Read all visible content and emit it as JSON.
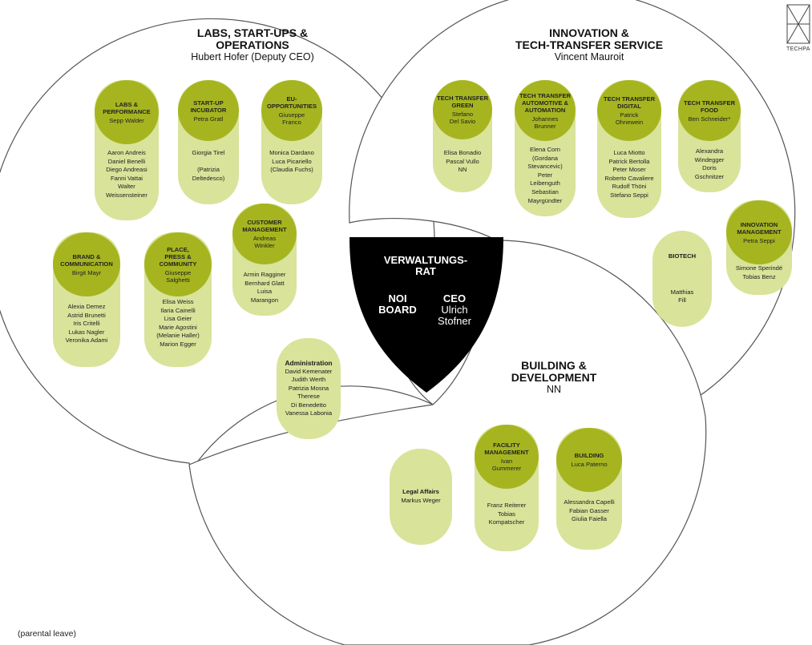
{
  "logo": {
    "text": "TECHPA"
  },
  "footnote": "(parental leave)",
  "center": {
    "title": "VERWALTUNGS-\nRAT",
    "board": "NOI\nBOARD",
    "ceo_title": "CEO",
    "ceo_name": "Ulrich\nStofner"
  },
  "sections": {
    "labs": {
      "title": "LABS, START-UPS &\nOPERATIONS",
      "head": "Hubert Hofer (Deputy CEO)"
    },
    "innovation": {
      "title": "INNOVATION &\nTECH-TRANSFER SERVICE",
      "head": "Vincent Mauroit"
    },
    "building": {
      "title": "BUILDING &\nDEVELOPMENT",
      "head": "NN"
    }
  },
  "units": [
    {
      "id": "labs-performance",
      "title": "LABS &\nPERFORMANCE",
      "head": "Sepp Walder",
      "members": "Aaron Andreis\nDaniel Benelli\nDiego Andreasi\nFanni Vattai\nWalter\nWeissensteiner"
    },
    {
      "id": "startup-incubator",
      "title": "START-UP\nINCUBATOR",
      "head": "Petra Gratl",
      "members": "Giorgia Tirel\n\n(Patrizia\nDeltedesco)"
    },
    {
      "id": "eu-opportunities",
      "title": "EU-\nOPPORTUNITIES",
      "head": "Giuseppe\nFranco",
      "members": "Monica Dardano\nLuca Picariello\n(Claudia Fuchs)"
    },
    {
      "id": "customer-management",
      "title": "CUSTOMER\nMANAGEMENT",
      "head": "Andreas\nWinkler",
      "members": "Armin Ragginer\nBernhard Glatt\nLuisa\nMarangon"
    },
    {
      "id": "brand-communication",
      "title": "BRAND &\nCOMMUNICATION",
      "head": "Birgit Mayr",
      "members": "Alexia Demez\nAstrid Brunetti\nIris Critelli\nLukas Nagler\nVeronika Adami"
    },
    {
      "id": "place-press-community",
      "title": "PLACE,\nPRESS &\nCOMMUNITY",
      "head": "Giuseppe\nSalghetti",
      "members": "Elisa Weiss\nIlaria Cainelli\nLisa Geier\nMarie Agostini\n(Melanie Haller)\nMarion Egger"
    },
    {
      "id": "tt-green",
      "title": "TECH TRANSFER\nGREEN",
      "head": "Stefano\nDel Savio",
      "members": "Elisa Bonadio\nPascal Vullo\nNN"
    },
    {
      "id": "tt-automotive",
      "title": "TECH TRANSFER\nAUTOMOTIVE &\nAUTOMATION",
      "head": "Johannes\nBrunner",
      "members": "Elena Corn\n(Gordana\nStevancevic)\nPeter\nLeibenguth\nSebastian\nMayrgündter"
    },
    {
      "id": "tt-digital",
      "title": "TECH TRANSFER\nDIGITAL",
      "head": "Patrick\nOhnewein",
      "members": "Luca Miotto\nPatrick Bertolla\nPeter Moser\nRoberto Cavaliere\nRudolf Thöni\nStefano Seppi"
    },
    {
      "id": "tt-food",
      "title": "TECH TRANSFER\nFOOD",
      "head": "Ben Schneider*",
      "members": "Alexandra\nWindegger\nDoris\nGschnitzer"
    },
    {
      "id": "innovation-management",
      "title": "INNOVATION\nMANAGEMENT",
      "head": "Petra Seppi",
      "members": "Simone Sperindé\nTobias Benz"
    },
    {
      "id": "facility-management",
      "title": "FACILITY\nMANAGEMENT",
      "head": "Ivan\nGummerer",
      "members": "Franz Reiterer\nTobias\nKompatscher"
    },
    {
      "id": "building",
      "title": "BUILDING",
      "head": "Luca Paterno",
      "members": "Alessandra Capelli\nFabian Gasser\nGiulia Faiella"
    }
  ],
  "plain_units": [
    {
      "id": "biotech",
      "title": "BIOTECH",
      "members": "Matthias\nFill"
    },
    {
      "id": "administration",
      "title": "Administration",
      "members": "David Kemenater\nJudith Werth\nPatrizia Mosna\nTherese\nDi Benedetto\nVanessa Labonia"
    },
    {
      "id": "legal-affairs",
      "title": "Legal Affairs",
      "members": "Markus Weger"
    }
  ],
  "colors": {
    "pill_dark": "#a6b51f",
    "pill_light": "#d9e39a",
    "outline": "#555555",
    "center": "#000000"
  }
}
